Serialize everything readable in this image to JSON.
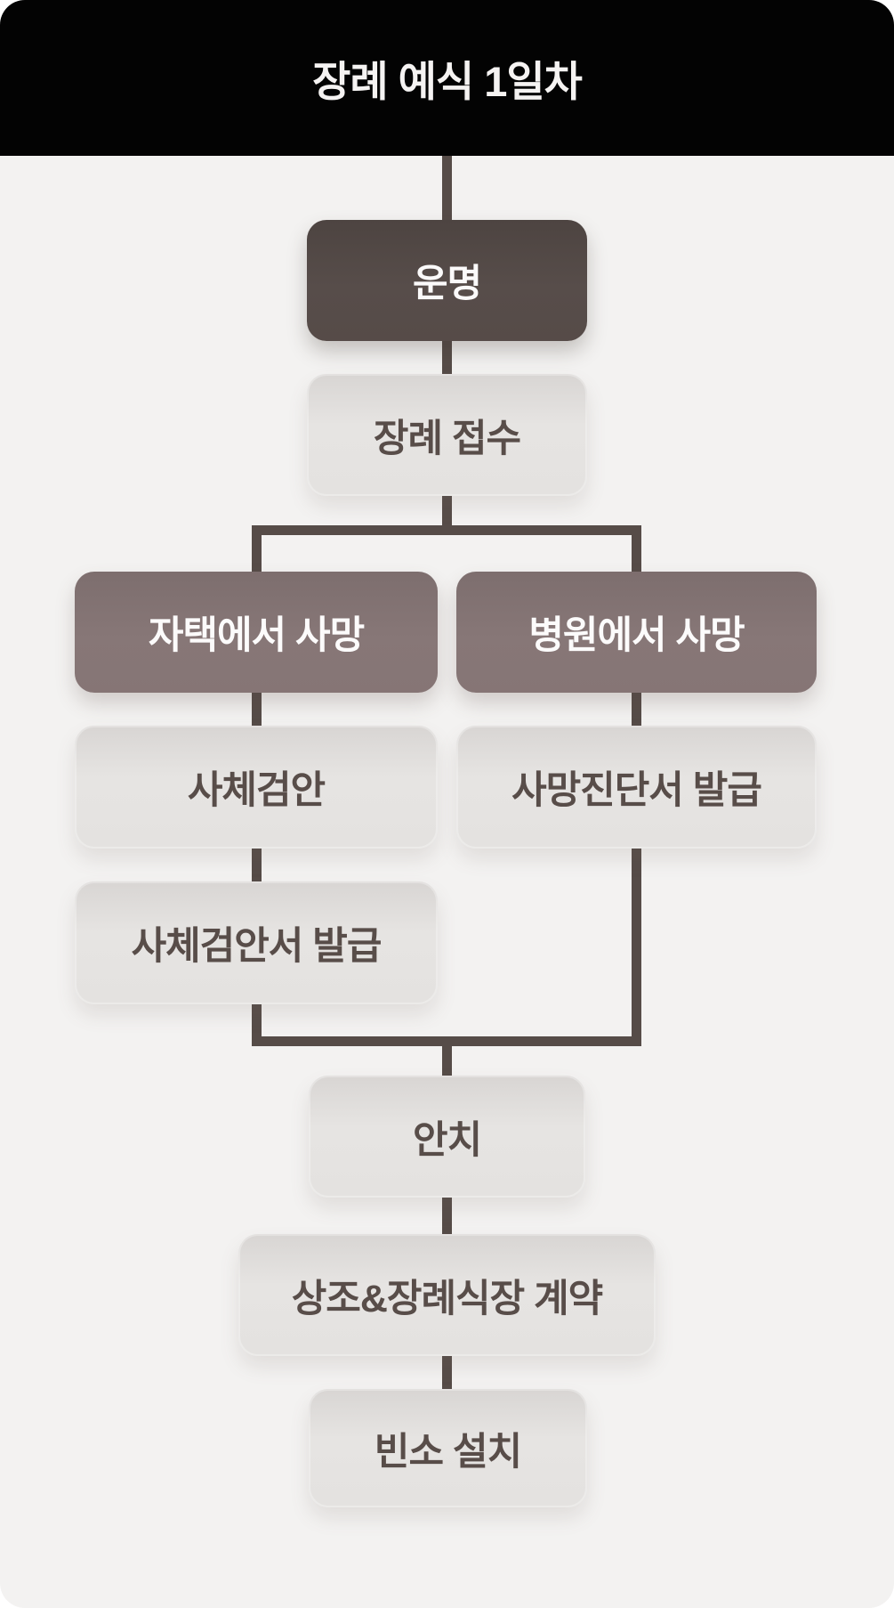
{
  "header": {
    "title": "장례 예식 1일차"
  },
  "flow": {
    "nodes": {
      "passing": {
        "label": "운명",
        "style": "dark"
      },
      "reception": {
        "label": "장례 접수",
        "style": "light"
      },
      "home": {
        "label": "자택에서 사망",
        "style": "branch"
      },
      "hospital": {
        "label": "병원에서 사망",
        "style": "branch"
      },
      "bodyexam": {
        "label": "사체검안",
        "style": "light"
      },
      "deathcert": {
        "label": "사망진단서 발급",
        "style": "light"
      },
      "examcert": {
        "label": "사체검안서 발급",
        "style": "light"
      },
      "placement": {
        "label": "안치",
        "style": "light"
      },
      "contract": {
        "label": "상조&장례식장 계약",
        "style": "light"
      },
      "altar": {
        "label": "빈소 설치",
        "style": "light"
      }
    },
    "edges": [
      [
        "passing",
        "reception"
      ],
      [
        "reception",
        "home"
      ],
      [
        "reception",
        "hospital"
      ],
      [
        "home",
        "bodyexam"
      ],
      [
        "bodyexam",
        "examcert"
      ],
      [
        "hospital",
        "deathcert"
      ],
      [
        "examcert",
        "placement"
      ],
      [
        "deathcert",
        "placement"
      ],
      [
        "placement",
        "contract"
      ],
      [
        "contract",
        "altar"
      ]
    ]
  },
  "colors": {
    "header_bg": "#030303",
    "card_bg": "#f3f2f1",
    "connector": "#564c48",
    "node_dark": "#564b48",
    "node_branch": "#867575",
    "node_light": "#e4e2e0",
    "text_on_dark": "#fbfafa",
    "text_on_light": "#584d49",
    "title_text": "#f5f3f2"
  }
}
